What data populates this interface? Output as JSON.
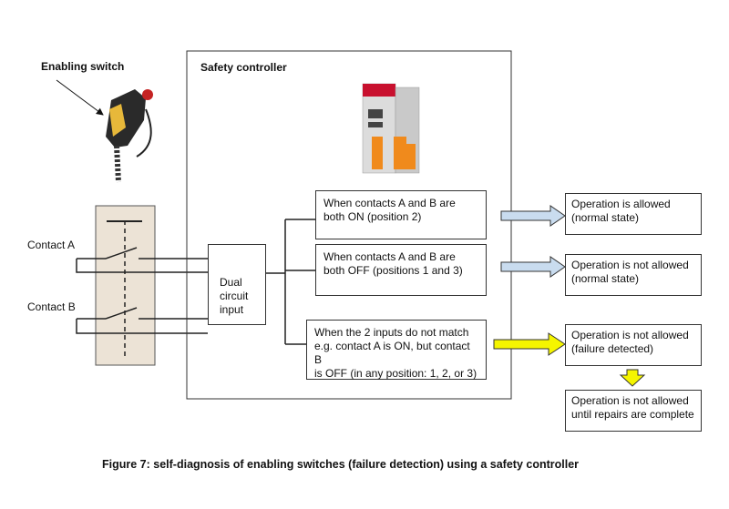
{
  "labels": {
    "enabling_switch": "Enabling switch",
    "safety_controller": "Safety controller",
    "contact_a": "Contact A",
    "contact_b": "Contact B",
    "dual_circuit": [
      "Dual",
      "circuit",
      "input"
    ]
  },
  "conditions": [
    {
      "lines": [
        "When contacts A and B are",
        "both ON (position 2)"
      ]
    },
    {
      "lines": [
        "When contacts A and B are",
        "both OFF (positions 1 and 3)"
      ]
    },
    {
      "lines": [
        "When the 2 inputs do not match",
        "e.g. contact A is ON, but contact B",
        "is OFF (in any position: 1, 2, or 3)"
      ]
    }
  ],
  "results": [
    {
      "lines": [
        "Operation is allowed",
        "(normal state)"
      ]
    },
    {
      "lines": [
        "Operation is not allowed",
        "(normal state)"
      ]
    },
    {
      "lines": [
        "Operation is not allowed",
        "(failure detected)"
      ]
    },
    {
      "lines": [
        "Operation is not allowed",
        "until repairs are complete"
      ]
    }
  ],
  "caption": "Figure 7: self-diagnosis of enabling switches (failure detection) using a safety controller",
  "colors": {
    "arrow_blue": "#c9dcef",
    "arrow_yellow": "#f5f500",
    "switch_panel": "#ece3d6",
    "controller_red": "#c8102e",
    "terminal_orange": "#f08a1c"
  }
}
